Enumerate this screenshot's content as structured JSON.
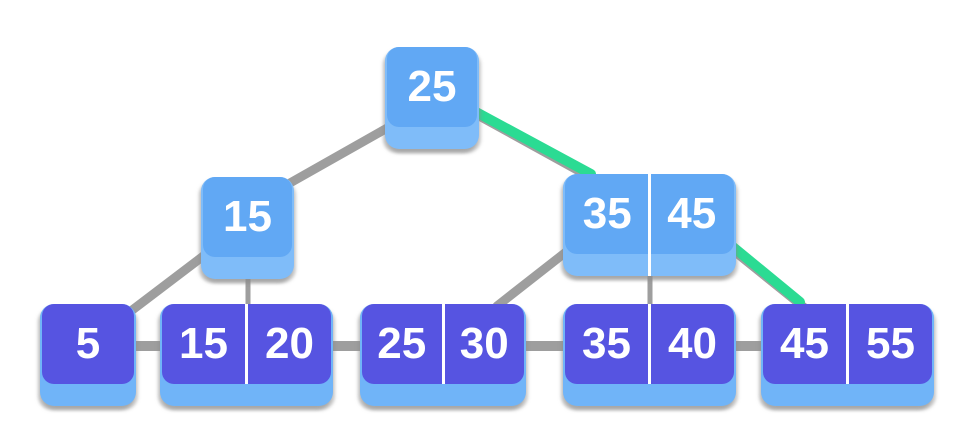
{
  "diagram": {
    "type": "b-plus-tree",
    "description": "B+ tree with highlighted search path from root 25 through internal node 35|45 to leaf 45|55",
    "colors": {
      "internal_fill": "#61A8F4",
      "internal_band": "#7FBCF9",
      "leaf_fill": "#5654E1",
      "leaf_band": "#70B4F8",
      "edge_gray": "#9E9E9E",
      "edge_highlight_green": "#2BDB93",
      "key_text": "#FFFFFF",
      "background": "#FFFFFF"
    },
    "nodes": [
      {
        "id": "root",
        "level": 0,
        "variant": "internal",
        "keys": [
          "25"
        ]
      },
      {
        "id": "n15",
        "level": 1,
        "variant": "internal",
        "keys": [
          "15"
        ]
      },
      {
        "id": "n3545",
        "level": 1,
        "variant": "internal",
        "keys": [
          "35",
          "45"
        ]
      },
      {
        "id": "leaf5",
        "level": 2,
        "variant": "leaf",
        "keys": [
          "5"
        ]
      },
      {
        "id": "leaf1520",
        "level": 2,
        "variant": "leaf",
        "keys": [
          "15",
          "20"
        ]
      },
      {
        "id": "leaf2530",
        "level": 2,
        "variant": "leaf",
        "keys": [
          "25",
          "30"
        ]
      },
      {
        "id": "leaf3540",
        "level": 2,
        "variant": "leaf",
        "keys": [
          "35",
          "40"
        ]
      },
      {
        "id": "leaf4555",
        "level": 2,
        "variant": "leaf",
        "keys": [
          "45",
          "55"
        ]
      }
    ],
    "edges": [
      {
        "from": "root",
        "to": "n15",
        "highlight": false
      },
      {
        "from": "root",
        "to": "n3545",
        "highlight": true
      },
      {
        "from": "n15",
        "to": "leaf5",
        "highlight": false
      },
      {
        "from": "n15",
        "to": "leaf1520",
        "highlight": false
      },
      {
        "from": "n3545",
        "to": "leaf2530",
        "highlight": false
      },
      {
        "from": "n3545",
        "to": "leaf3540",
        "highlight": false
      },
      {
        "from": "n3545",
        "to": "leaf4555",
        "highlight": true
      }
    ],
    "leaf_links": [
      [
        "leaf5",
        "leaf1520"
      ],
      [
        "leaf1520",
        "leaf2530"
      ],
      [
        "leaf2530",
        "leaf3540"
      ],
      [
        "leaf3540",
        "leaf4555"
      ]
    ],
    "highlighted_path": [
      "25",
      "35|45",
      "45|55"
    ]
  }
}
